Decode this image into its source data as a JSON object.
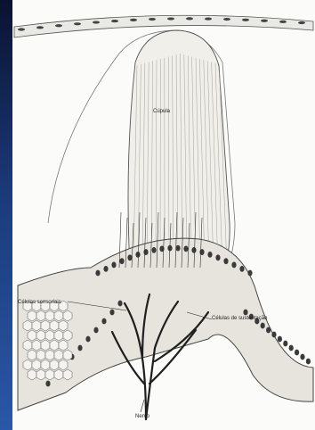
{
  "labels": {
    "cupula": "Cúpula",
    "sensory_cells": "Células sensoriais",
    "support_cells": "Células de sustentação",
    "nerve": "Nervo"
  }
}
